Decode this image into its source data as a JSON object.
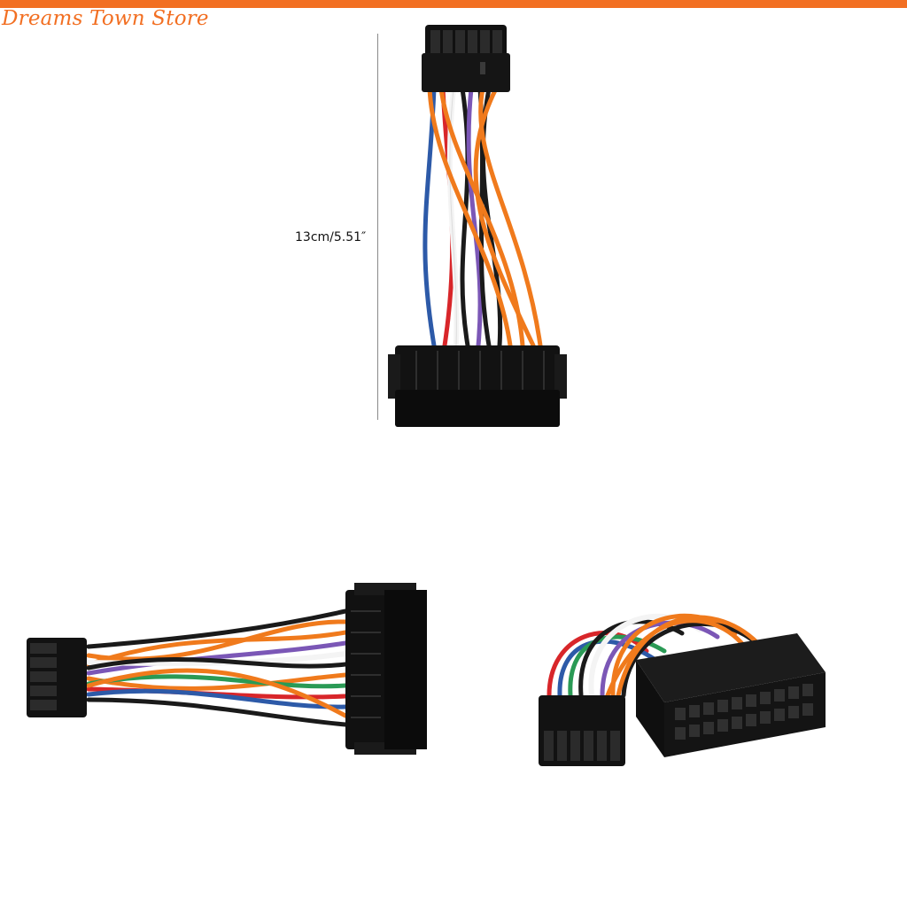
{
  "header": {
    "store_name": "Dreams Town Store",
    "accent_color": "#f26f22"
  },
  "dimension": {
    "label": "13cm/5.51″"
  },
  "photos": [
    {
      "name": "cable-photo-vertical"
    },
    {
      "name": "cable-photo-horizontal"
    },
    {
      "name": "cable-photo-angled"
    }
  ],
  "wire_colors": [
    "#f07a1c",
    "#1a1a1a",
    "#7b57b6",
    "#2d5aa8",
    "#d8262a",
    "#2a9a55",
    "#f4f4f4"
  ]
}
